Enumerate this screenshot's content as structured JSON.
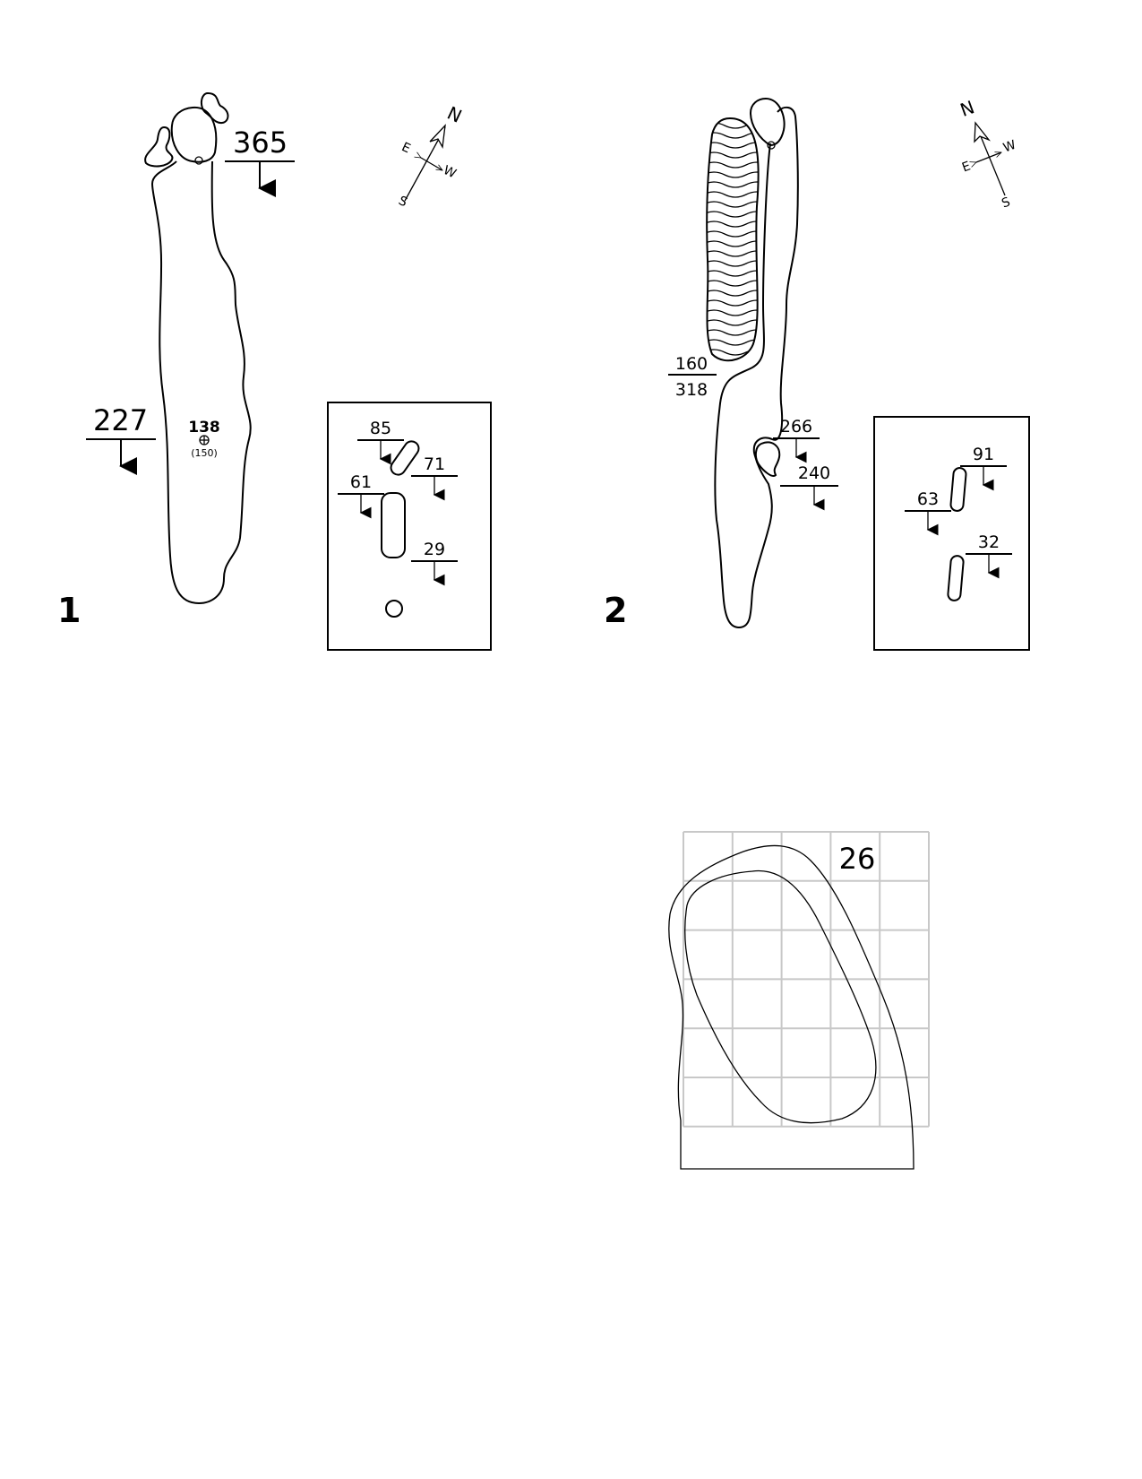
{
  "holes": [
    {
      "number": "1",
      "tee_distance": "365",
      "layup_distance": "227",
      "center_marker": {
        "distance": "138",
        "alt_distance": "(150)"
      },
      "green_inset": {
        "markers": [
          "85",
          "71",
          "61",
          "29"
        ]
      }
    },
    {
      "number": "2",
      "hazard_distance_top": "160",
      "hazard_distance_bottom": "318",
      "bunker_distance_front": "266",
      "bunker_distance_back": "240",
      "green_inset": {
        "markers": [
          "91",
          "63",
          "32"
        ]
      }
    }
  ],
  "compass": {
    "north": "N",
    "south": "S",
    "east": "E",
    "west": "W"
  },
  "green_grid": {
    "label": "26"
  },
  "colors": {
    "ink": "#000000",
    "grid": "#c8c8c8"
  }
}
